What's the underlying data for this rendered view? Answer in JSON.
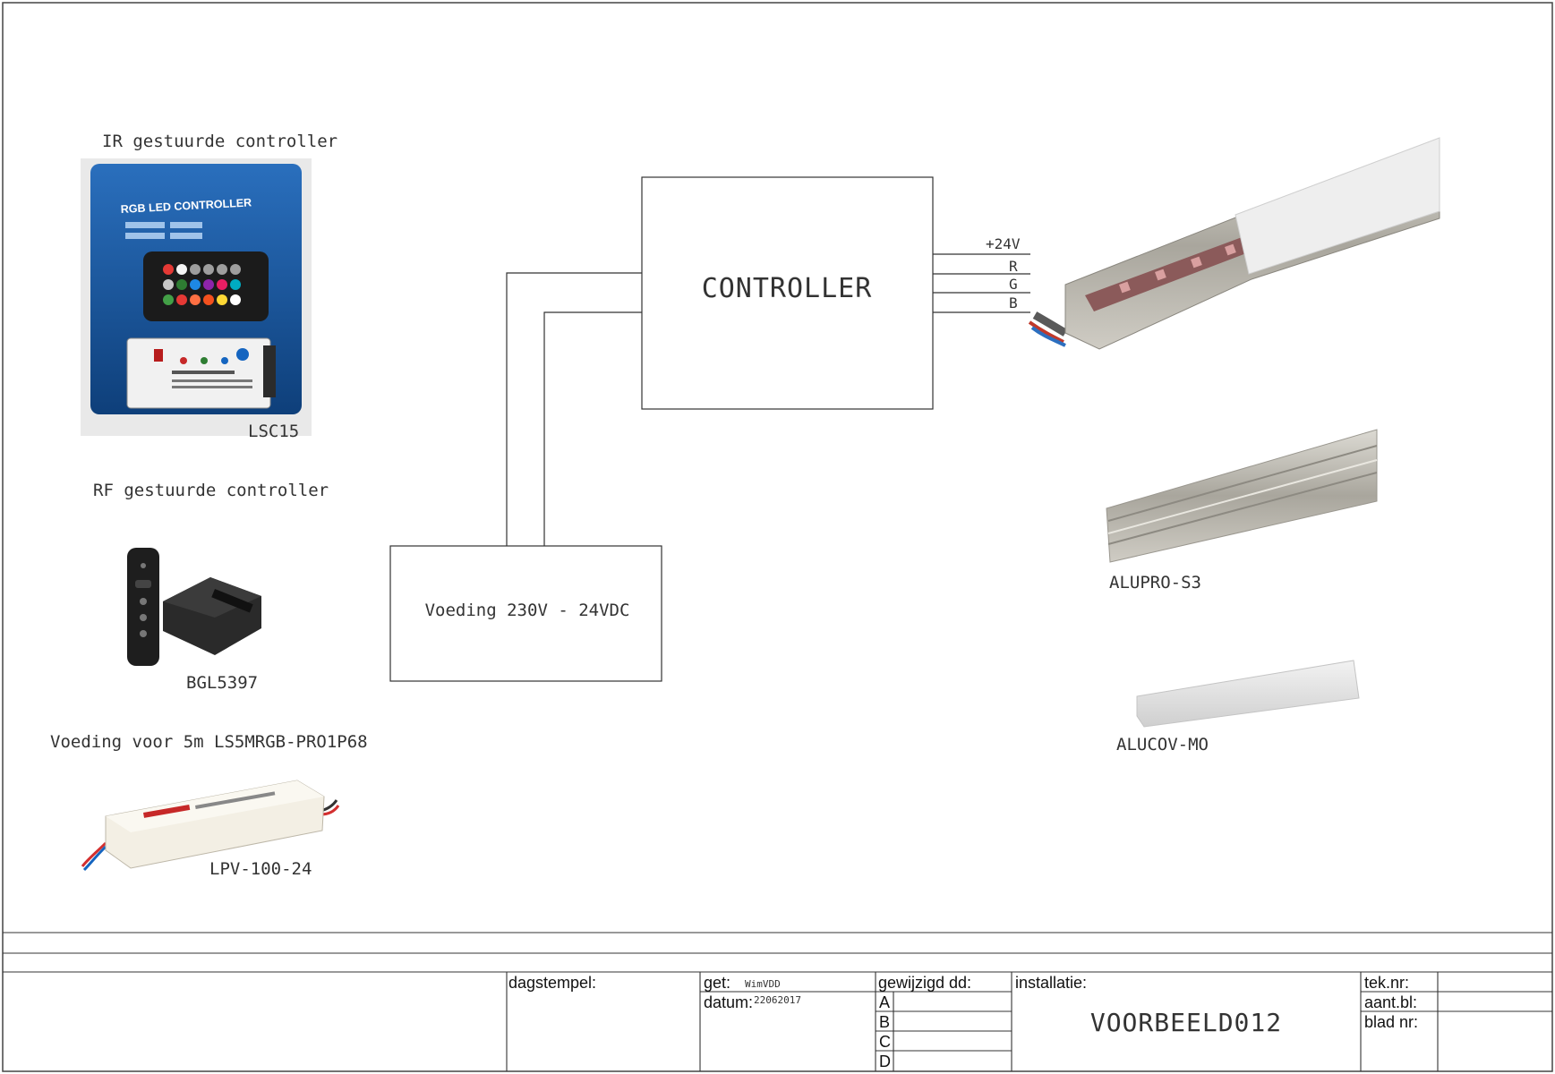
{
  "left_panel": {
    "ir_caption": "IR gestuurde controller",
    "ir_product_code": "LSC15",
    "ir_package_title": "RGB LED CONTROLLER",
    "rf_caption": "RF gestuurde controller",
    "rf_product_code": "BGL5397",
    "psu_caption": "Voeding voor 5m LS5MRGB-PRO1P68",
    "psu_product_code": "LPV-100-24"
  },
  "diagram": {
    "controller_label": "CONTROLLER",
    "power_supply_label": "Voeding 230V - 24VDC",
    "output_wires": [
      "+24V",
      "R",
      "G",
      "B"
    ]
  },
  "right_panel": {
    "profile_code": "ALUPRO-S3",
    "cover_code": "ALUCOV-MO"
  },
  "title_block": {
    "stamp_label": "dagstempel:",
    "drawn_by_label": "get:",
    "drawn_by_value": "WimVDD",
    "date_label": "datum:",
    "date_value": "22062017",
    "revised_label": "gewijzigd dd:",
    "revisions": [
      "A",
      "B",
      "C",
      "D"
    ],
    "installation_label": "installatie:",
    "installation_value": "VOORBEELD012",
    "drawing_number_label": "tek.nr:",
    "sheet_count_label": "aant.bl:",
    "sheet_number_label": "blad nr:"
  },
  "colors": {
    "line": "#333333",
    "package_blue": "#1f5fa8",
    "aluminium": "#b9b6ae",
    "cover": "#e6e6e6"
  }
}
